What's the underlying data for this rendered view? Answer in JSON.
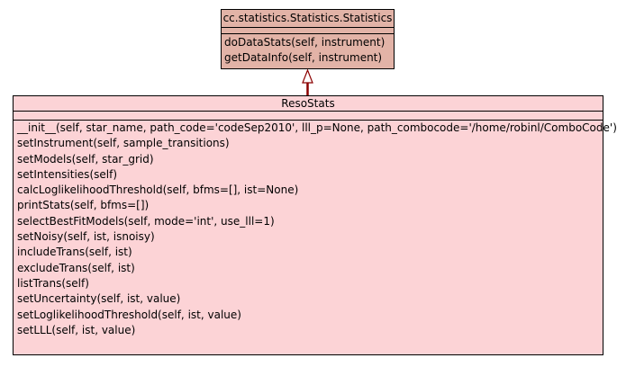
{
  "base_class": {
    "name": "cc.statistics.Statistics.Statistics",
    "methods": [
      "doDataStats(self, instrument)",
      "getDataInfo(self, instrument)"
    ]
  },
  "derived_class": {
    "name": "ResoStats",
    "methods": [
      "__init__(self, star_name, path_code='codeSep2010', lll_p=None, path_combocode='/home/robinl/ComboCode')",
      "setInstrument(self, sample_transitions)",
      "setModels(self, star_grid)",
      "setIntensities(self)",
      "calcLoglikelihoodThreshold(self, bfms=[], ist=None)",
      "printStats(self, bfms=[])",
      "selectBestFitModels(self, mode='int', use_lll=1)",
      "setNoisy(self, ist, isnoisy)",
      "includeTrans(self, ist)",
      "excludeTrans(self, ist)",
      "listTrans(self)",
      "setUncertainty(self, ist, value)",
      "setLoglikelihoodThreshold(self, ist, value)",
      "setLLL(self, ist, value)"
    ]
  },
  "colors": {
    "base_fill": "#e2b3a7",
    "derived_fill": "#fcd3d6",
    "arrow": "#8b0000"
  }
}
